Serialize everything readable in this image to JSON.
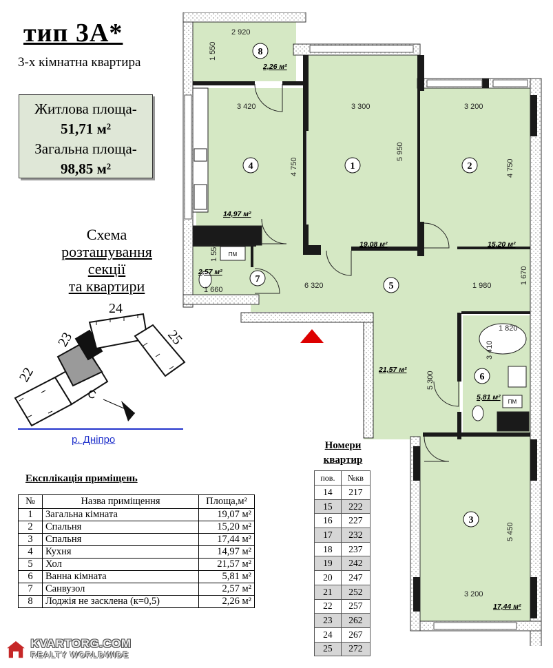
{
  "header": {
    "title": "тип 3А*",
    "subtitle": "3-х кімнатна квартира"
  },
  "areas": {
    "living_label": "Житлова площа-",
    "living_value": "51,71 м²",
    "total_label": "Загальна площа-",
    "total_value": "98,85 м²"
  },
  "scheme": {
    "line1": "Схема",
    "line2": "розташування",
    "line3": "секції",
    "line4": "та квартири",
    "sections": [
      "22",
      "23",
      "24",
      "25"
    ],
    "compass_label": "С",
    "river": "р. Дніпро"
  },
  "explication": {
    "title": "Експлікація приміщень",
    "headers": [
      "№",
      "Назва приміщення",
      "Площа,м²"
    ],
    "rows": [
      {
        "n": "1",
        "name": "Загальна кімната",
        "area": "19,07 м²"
      },
      {
        "n": "2",
        "name": "Спальня",
        "area": "15,20 м²"
      },
      {
        "n": "3",
        "name": "Спальня",
        "area": "17,44 м²"
      },
      {
        "n": "4",
        "name": "Кухня",
        "area": "14,97 м²"
      },
      {
        "n": "5",
        "name": "Хол",
        "area": "21,57 м²"
      },
      {
        "n": "6",
        "name": "Ванна кімната",
        "area": "5,81 м²"
      },
      {
        "n": "7",
        "name": "Санвузол",
        "area": "2,57 м²"
      },
      {
        "n": "8",
        "name": "Лоджія не засклена (к=0,5)",
        "area": "2,26 м²"
      }
    ]
  },
  "apartments": {
    "title_line1": "Номери",
    "title_line2": "квартир",
    "headers": [
      "пов.",
      "№кв"
    ],
    "rows": [
      [
        "14",
        "217"
      ],
      [
        "15",
        "222"
      ],
      [
        "16",
        "227"
      ],
      [
        "17",
        "232"
      ],
      [
        "18",
        "237"
      ],
      [
        "19",
        "242"
      ],
      [
        "20",
        "247"
      ],
      [
        "21",
        "252"
      ],
      [
        "22",
        "257"
      ],
      [
        "23",
        "262"
      ],
      [
        "24",
        "267"
      ],
      [
        "25",
        "272"
      ]
    ]
  },
  "plan": {
    "rooms": {
      "r1": "1",
      "r2": "2",
      "r3": "3",
      "r4": "4",
      "r5": "5",
      "r6": "6",
      "r7": "7",
      "r8": "8"
    },
    "room_areas": {
      "a1": "19,08 м²",
      "a2": "15,20 м²",
      "a3": "17,44 м²",
      "a4": "14,97 м²",
      "a5": "21,57 м²",
      "a6": "5,81 м²",
      "a7": "2,57 м²",
      "a8": "2,26 м²"
    },
    "dims": {
      "d2920": "2 920",
      "d1550a": "1 550",
      "d3420": "3 420",
      "d3300": "3 300",
      "d3200a": "3 200",
      "d4750a": "4 750",
      "d5950": "5 950",
      "d4750b": "4 750",
      "d1550b": "1 550",
      "d1660": "1 660",
      "d6320": "6 320",
      "d1980": "1 980",
      "d1670": "1 670",
      "d1820": "1 820",
      "d3410": "3 410",
      "d5300": "5 300",
      "d5450": "5 450",
      "d3200b": "3 200"
    },
    "shaft_label": "ПМ",
    "shaft_label2": "ПМ"
  },
  "watermark": {
    "line1": "KVARTORG.COM",
    "line2": "REALTY WORLDWIDE"
  },
  "colors": {
    "floor": "#d5e8c4",
    "wall": "#1a1a1a",
    "entrance": "#dd0000",
    "river": "#2233cc",
    "section_highlight": "#9a9a9a"
  }
}
